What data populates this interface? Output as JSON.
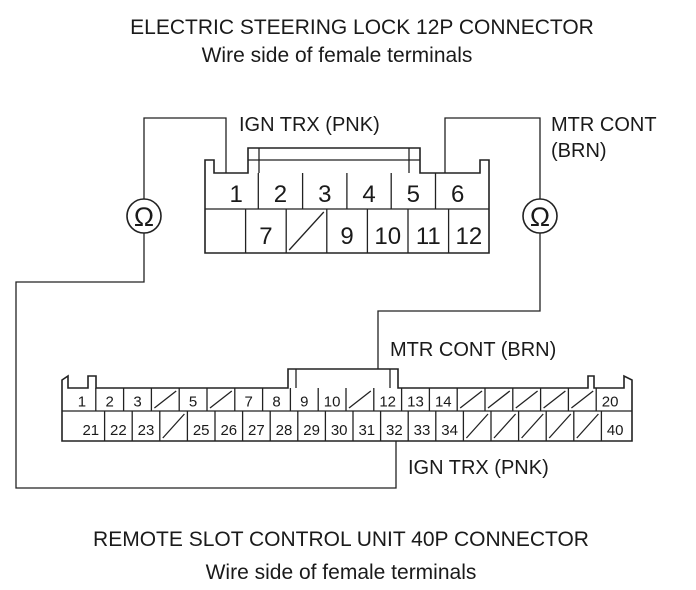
{
  "titles": {
    "steering_lock": "ELECTRIC STEERING LOCK 12P CONNECTOR",
    "steering_lock_sub": "Wire side of female terminals",
    "remote_unit": "REMOTE SLOT CONTROL UNIT 40P CONNECTOR",
    "remote_unit_sub": "Wire side of female terminals"
  },
  "labels": {
    "ign_trx_top": "IGN TRX (PNK)",
    "mtr_cont_top_1": "MTR CONT",
    "mtr_cont_top_2": "(BRN)",
    "mtr_cont_bottom": "MTR CONT (BRN)",
    "ign_trx_bottom": "IGN TRX (PNK)"
  },
  "meters": {
    "left_symbol": "Ω",
    "right_symbol": "Ω"
  },
  "connector12": {
    "row1": [
      "1",
      "2",
      "3",
      "4",
      "5",
      "6"
    ],
    "row2": [
      "",
      "7",
      "/",
      "9",
      "10",
      "11",
      "12"
    ]
  },
  "connector40": {
    "row1": [
      "1",
      "2",
      "3",
      "/",
      "5",
      "/",
      "7",
      "8",
      "9",
      "10",
      "/",
      "12",
      "13",
      "14",
      "/",
      "/",
      "/",
      "/",
      "/",
      "20"
    ],
    "row2": [
      "21",
      "22",
      "23",
      "/",
      "25",
      "26",
      "27",
      "28",
      "29",
      "30",
      "31",
      "32",
      "33",
      "34",
      "/",
      "/",
      "/",
      "/",
      "/",
      "40"
    ]
  }
}
